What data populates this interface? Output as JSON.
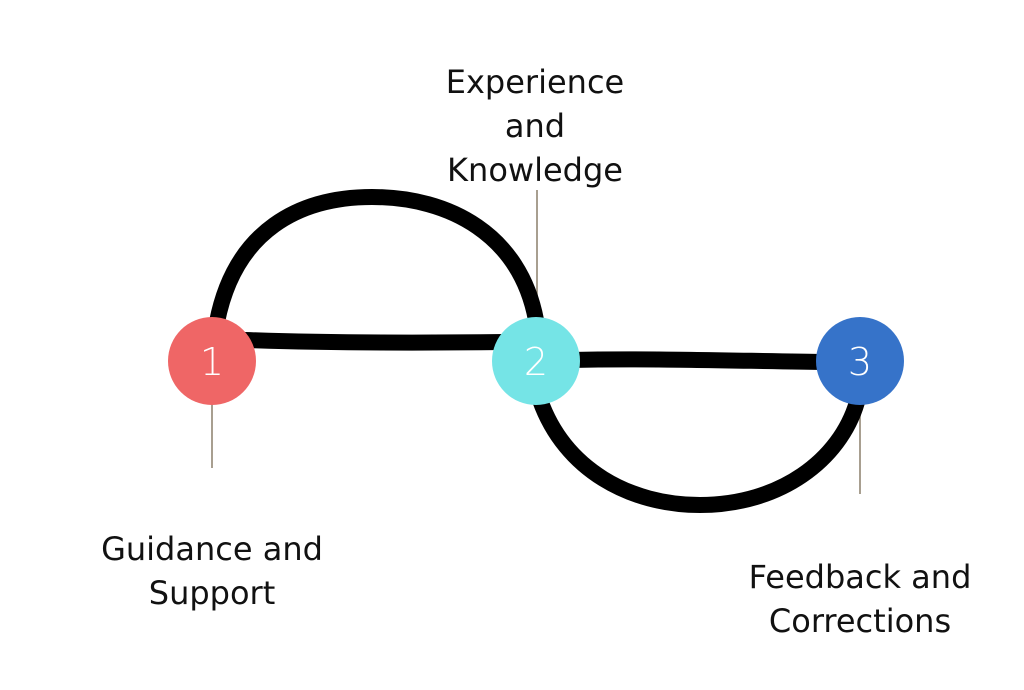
{
  "steps": [
    {
      "number": "1",
      "color": "#ef6666",
      "caption_lines": [
        "Guidance and",
        "Support"
      ]
    },
    {
      "number": "2",
      "color": "#75e4e6",
      "caption_lines": [
        "Experience",
        "and",
        "Knowledge"
      ]
    },
    {
      "number": "3",
      "color": "#3673c9",
      "caption_lines": [
        "Feedback and",
        "Corrections"
      ]
    }
  ],
  "colors": {
    "path": "#000000",
    "connector": "#8a7f6a",
    "number_text": "#ffffff"
  }
}
